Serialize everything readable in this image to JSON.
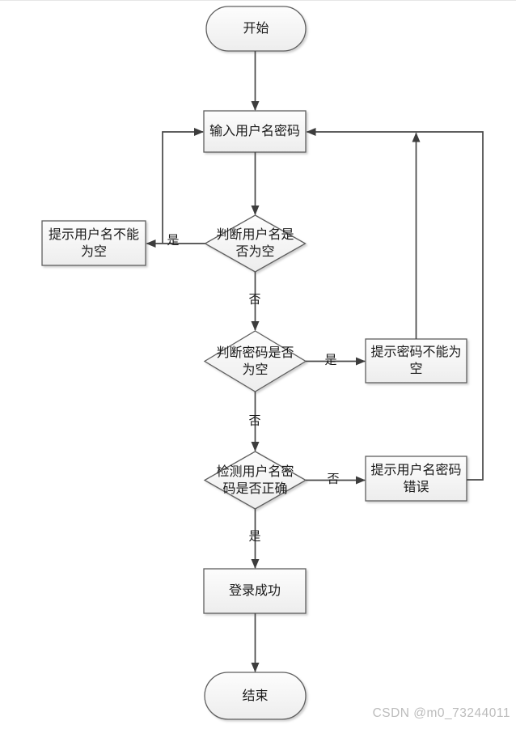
{
  "diagram": {
    "type": "flowchart",
    "nodes": [
      {
        "id": "start",
        "shape": "terminator",
        "lines": [
          "开始"
        ]
      },
      {
        "id": "input-credentials",
        "shape": "process",
        "lines": [
          "输入用户名密码"
        ]
      },
      {
        "id": "check-username-empty",
        "shape": "decision",
        "lines": [
          "判断用户名是",
          "否为空"
        ]
      },
      {
        "id": "prompt-username-empty",
        "shape": "process",
        "lines": [
          "提示用户名不能",
          "为空"
        ]
      },
      {
        "id": "check-password-empty",
        "shape": "decision",
        "lines": [
          "判断密码是否",
          "为空"
        ]
      },
      {
        "id": "prompt-password-empty",
        "shape": "process",
        "lines": [
          "提示密码不能为",
          "空"
        ]
      },
      {
        "id": "check-credentials-correct",
        "shape": "decision",
        "lines": [
          "检测用户名密",
          "码是否正确"
        ]
      },
      {
        "id": "prompt-credentials-error",
        "shape": "process",
        "lines": [
          "提示用户名密码",
          "错误"
        ]
      },
      {
        "id": "login-success",
        "shape": "process",
        "lines": [
          "登录成功"
        ]
      },
      {
        "id": "end",
        "shape": "terminator",
        "lines": [
          "结束"
        ]
      }
    ],
    "edge_labels": [
      {
        "edge": "check-username-empty -> prompt-username-empty",
        "label": "是"
      },
      {
        "edge": "check-username-empty -> check-password-empty",
        "label": "否"
      },
      {
        "edge": "check-password-empty -> prompt-password-empty",
        "label": "是"
      },
      {
        "edge": "check-password-empty -> check-credentials-correct",
        "label": "否"
      },
      {
        "edge": "check-credentials-correct -> prompt-credentials-error",
        "label": "否"
      },
      {
        "edge": "check-credentials-correct -> login-success",
        "label": "是"
      }
    ]
  },
  "watermark": "CSDN @m0_73244011",
  "colors": {
    "node_border": "#5f5f5f",
    "node_fill_top": "#fdfdfd",
    "node_fill_bottom": "#ededed",
    "connector": "#474747",
    "arrowhead": "#3d3d3d",
    "text": "#1a1a1a",
    "watermark": "#bcbcbc"
  }
}
